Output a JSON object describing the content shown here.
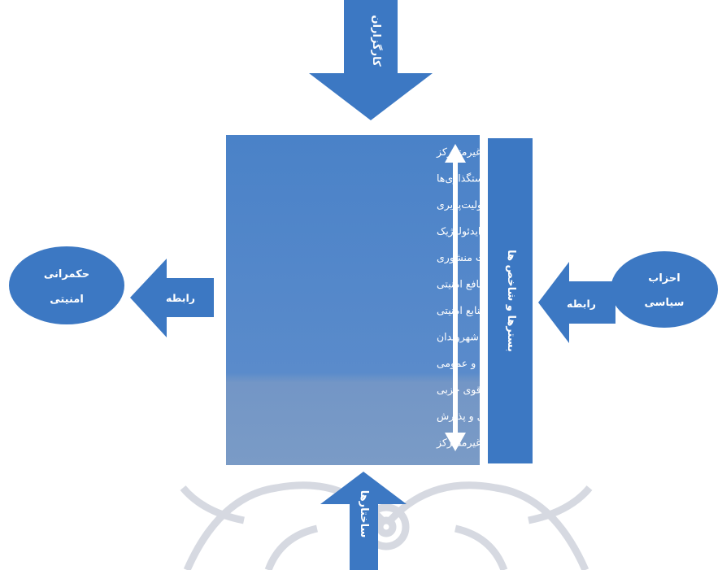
{
  "colors": {
    "primary": "#3c78c3",
    "box_top": "#4a82c8",
    "box_bottom": "#7799c6",
    "watermark": "#cfd3dc",
    "text": "#ffffff"
  },
  "top_arrow": {
    "label": "کارگزاران"
  },
  "bottom_arrow": {
    "label": "ساختارها"
  },
  "side_bar": {
    "label": "بسترها و شاخص ها"
  },
  "left_node": {
    "line1": "حکمرانی",
    "line2": "امنیتی"
  },
  "left_arrow": {
    "label": "رابطه"
  },
  "right_node": {
    "line1": "احزاب",
    "line2": "سیاسی"
  },
  "right_arrow": {
    "label": "رابطه"
  },
  "center_box": {
    "items": [
      "-سیاستگذاری غیرمتمرکز",
      "-اجرای غیرمتمرکز سیاستگذاری‌ها",
      "-مسئولیت‌پذیری",
      "-نگاه متکثر و غیرایدئولوژیک",
      "-امنیت منشوری",
      "-کسب منافع امنیتی",
      "-تجمیع منابع امنیتی",
      "-مشارکت شهروندان",
      "-مشارکت بخش‌های خصوصی و عمومی",
      "-ساختار سازمانی قوی حزبی",
      "-فرهنگ‌سازی و پذیرش",
      "-جغرافیای غیرمتمرکز"
    ]
  }
}
